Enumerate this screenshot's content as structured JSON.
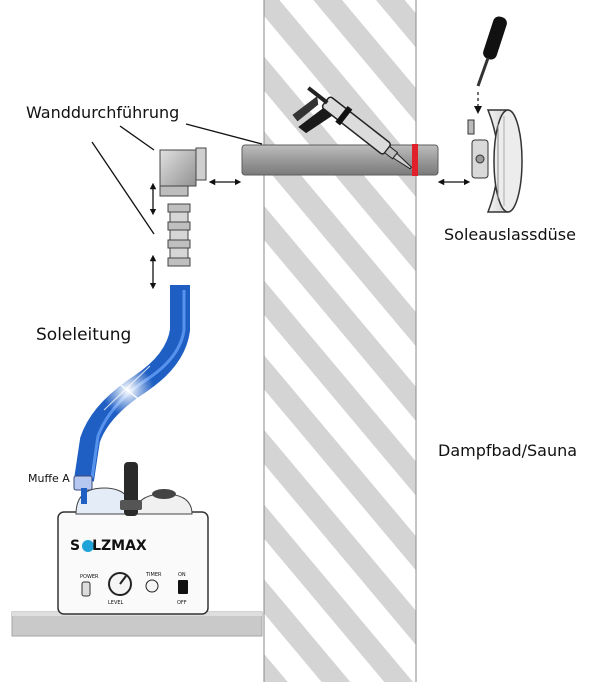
{
  "labels": {
    "wall_passage": "Wanddurchführung",
    "brine_outlet_nozzle": "Soleauslassdüse",
    "brine_line": "Soleleitung",
    "sleeve_a": "Muffe A",
    "steam_room": "Dampfbad/Sauna"
  },
  "device": {
    "brand_prefix": "S",
    "brand_suffix": "LZMAX",
    "power_label": "POWER",
    "dial_label": "LEVEL",
    "timer_label": "TIMER",
    "on_label": "ON",
    "off_label": "OFF"
  },
  "colors": {
    "hose": "#1f5fc4",
    "hose_highlight": "#6fa8ff",
    "pipe": "#9a9a9a",
    "sealant_ring": "#e0202a",
    "shelf": "#c8c8c8",
    "wall_hatch": "#cfcfcf"
  }
}
